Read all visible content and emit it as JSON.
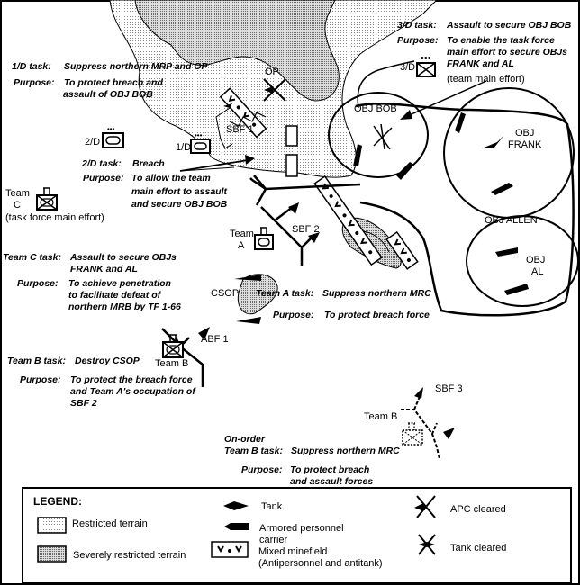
{
  "units": {
    "d3": "3/D",
    "d1": "1/D",
    "d2": "2/D",
    "team": "Team",
    "team_c_letter": "C",
    "team_a_letter": "A",
    "team_b": "Team B",
    "team_b_2": "Team B",
    "task_force_main_effort": "(task force main effort)",
    "team_main_effort": "(team main effort)"
  },
  "map_labels": {
    "op": "OP",
    "obj_bob": "OBJ BOB",
    "obj_frank_1": "OBJ",
    "obj_frank_2": "FRANK",
    "obj_allen": "OBJ ALLEN",
    "obj_al_1": "OBJ",
    "obj_al_2": "AL",
    "sbf1": "SBF 1",
    "sbf2": "SBF 2",
    "sbf3": "SBF 3",
    "abf1": "ABF 1",
    "csop": "CSOP"
  },
  "tasks": {
    "d3": {
      "label": "3/D task:",
      "task": "Assault to secure OBJ BOB",
      "purpose_label": "Purpose:",
      "purpose": [
        "To enable the task force",
        "main effort to secure OBJs",
        "FRANK and AL"
      ]
    },
    "d1": {
      "label": "1/D task:",
      "task": "Suppress northern MRP and OP",
      "purpose_label": "Purpose:",
      "purpose": [
        "To protect breach and",
        "assault of OBJ BOB"
      ]
    },
    "d2": {
      "label": "2/D task:",
      "task": "Breach",
      "purpose_label": "Purpose:",
      "purpose": [
        "To allow the team",
        "main effort to assault",
        "and secure OBJ BOB"
      ]
    },
    "team_c": {
      "label": "Team C task:",
      "task": [
        "Assault to secure OBJs",
        "FRANK and AL"
      ],
      "purpose_label": "Purpose:",
      "purpose": [
        "To achieve penetration",
        "to facilitate defeat of",
        "northern MRB by TF 1-66"
      ]
    },
    "team_a": {
      "label": "Team A task:",
      "task": "Suppress northern MRC",
      "purpose_label": "Purpose:",
      "purpose": "To protect breach force"
    },
    "team_b": {
      "label": "Team B task:",
      "task": "Destroy CSOP",
      "purpose_label": "Purpose:",
      "purpose": [
        "To protect the breach force",
        "and Team A's occupation of",
        "SBF 2"
      ]
    },
    "team_b_onorder": {
      "prefix": "On-order",
      "label": "Team B task:",
      "task": "Suppress northern MRC",
      "purpose_label": "Purpose:",
      "purpose": [
        "To protect breach",
        "and assault forces"
      ]
    }
  },
  "legend": {
    "title": "LEGEND:",
    "restricted": "Restricted terrain",
    "severely_restricted": "Severely restricted terrain",
    "tank": "Tank",
    "apc": [
      "Armored personnel",
      "carrier"
    ],
    "minefield": [
      "Mixed minefield",
      "(Antipersonnel and antitank)"
    ],
    "apc_cleared": "APC cleared",
    "tank_cleared": "Tank cleared"
  }
}
